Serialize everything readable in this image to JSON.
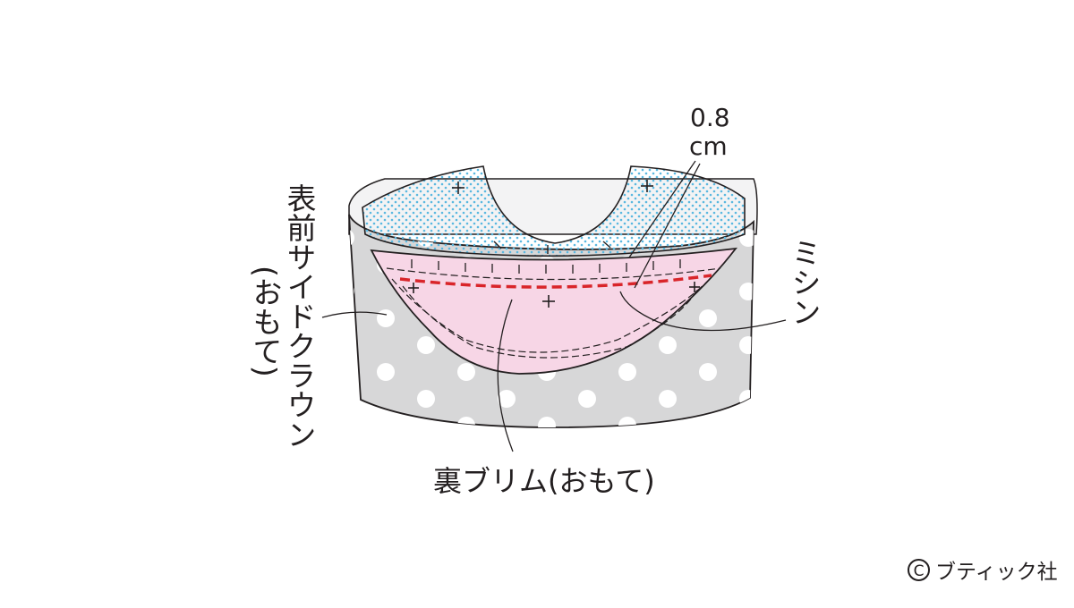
{
  "labels": {
    "crown_line1": "表前サイドクラウン",
    "crown_line2": "(おもて)",
    "mishin": "ミシン",
    "brim": "裏ブリム(おもて)",
    "seam_value": "0.8",
    "seam_unit": "cm",
    "copyright_holder": "ブティック社",
    "copyright_symbol": "C"
  },
  "colors": {
    "crown_gray": "#d7d7d8",
    "polka_dot": "#ffffff",
    "crown_inner": "#f3f3f4",
    "lining_dots": "#5ab8e0",
    "brim_pink": "#f7d6e6",
    "stitch_red": "#d9252a",
    "outline": "#231f20"
  }
}
